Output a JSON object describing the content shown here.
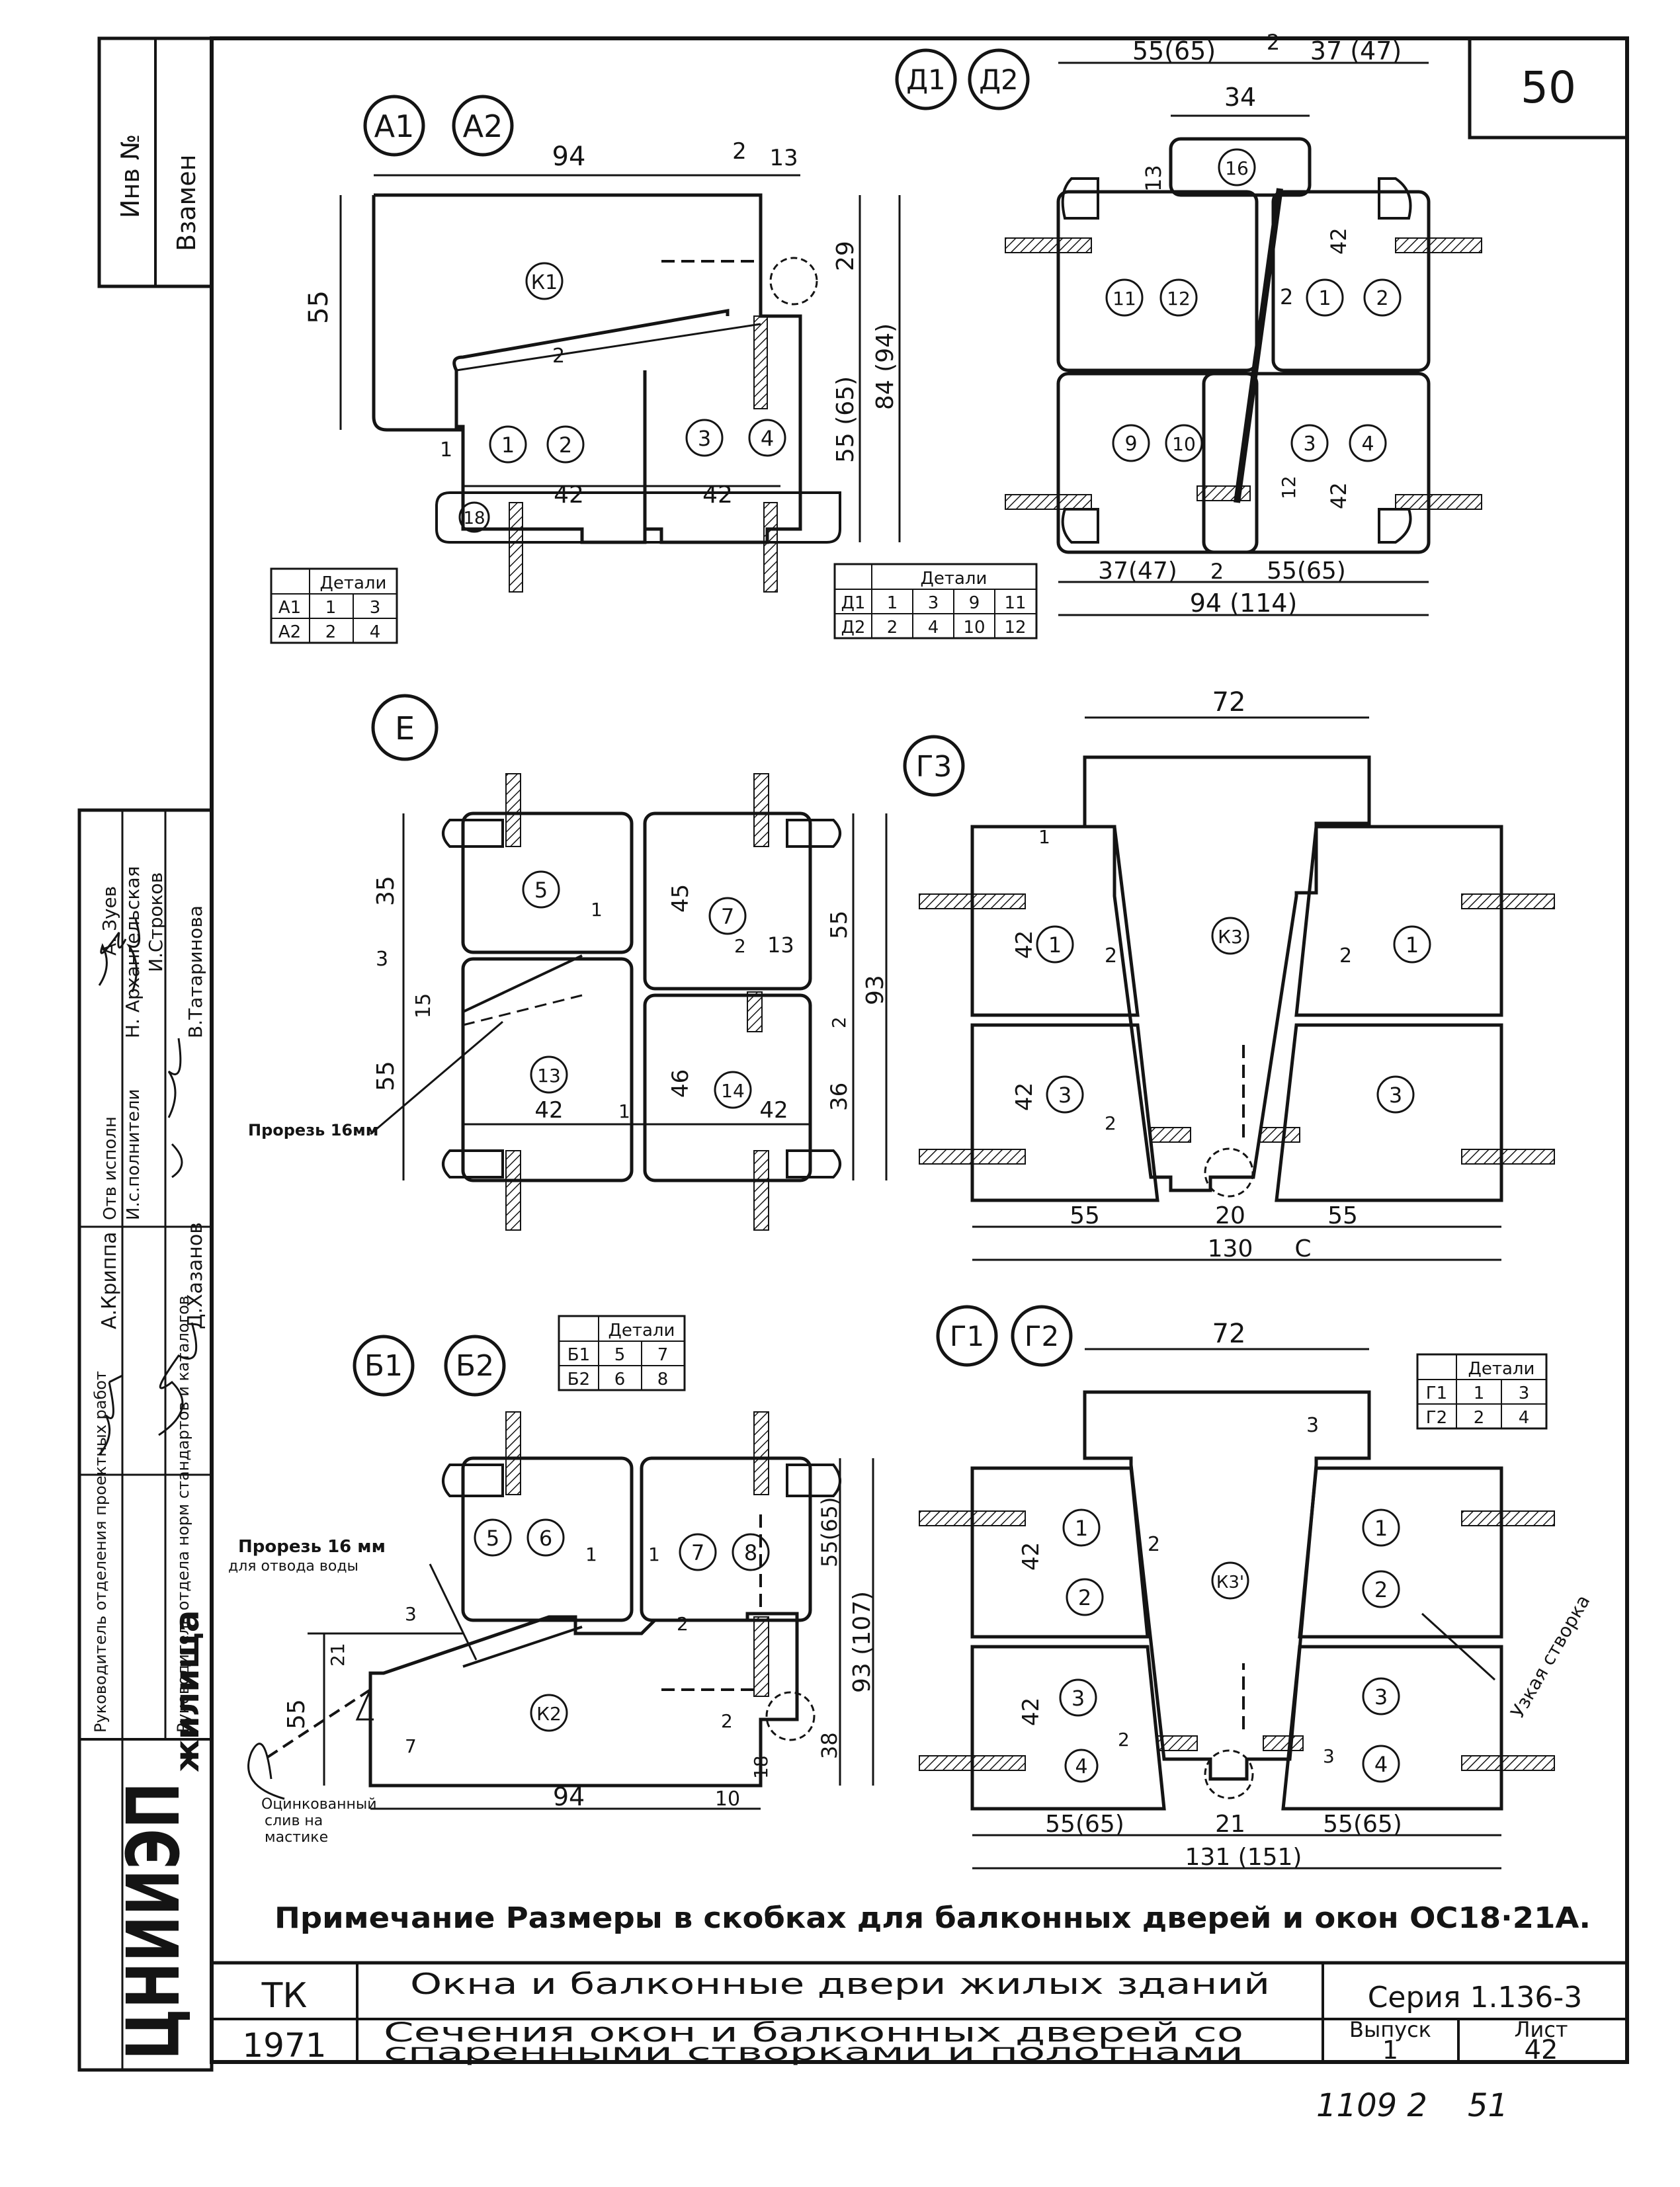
{
  "page_number": "50",
  "inventory": {
    "inv_no": "Инв №",
    "replaces": "Взамен"
  },
  "series_tables": {
    "a": {
      "header": "Детали",
      "rows": [
        [
          "А1",
          "1",
          "3"
        ],
        [
          "А2",
          "2",
          "4"
        ]
      ]
    },
    "d": {
      "header": "Детали",
      "rows": [
        [
          "Д1",
          "1",
          "3",
          "9",
          "11"
        ],
        [
          "Д2",
          "2",
          "4",
          "10",
          "12"
        ]
      ]
    },
    "b": {
      "header": "Детали",
      "rows": [
        [
          "Б1",
          "5",
          "7"
        ],
        [
          "Б2",
          "6",
          "8"
        ]
      ]
    },
    "g": {
      "header": "Детали",
      "rows": [
        [
          "Г1",
          "1",
          "3"
        ],
        [
          "Г2",
          "2",
          "4"
        ]
      ]
    }
  },
  "sections": {
    "a": {
      "tags": [
        "А1",
        "А2"
      ],
      "dims": [
        "94",
        "2",
        "13",
        "55",
        "29",
        "84 (94)",
        "55 (65)",
        "42",
        "42",
        "2",
        "1"
      ],
      "parts": [
        "К1",
        "1",
        "2",
        "3",
        "4",
        "18"
      ]
    },
    "d": {
      "tags": [
        "Д1",
        "Д2"
      ],
      "dims": [
        "55(65)",
        "2",
        "37 (47)",
        "34",
        "13",
        "42",
        "2",
        "42",
        "12",
        "37(47)",
        "2",
        "55(65)",
        "94 (114)"
      ],
      "parts": [
        "16",
        "11",
        "12",
        "1",
        "2",
        "9",
        "10",
        "3",
        "4"
      ]
    },
    "e": {
      "tag": "Е",
      "dims": [
        "35",
        "3",
        "15",
        "55",
        "1",
        "45",
        "2",
        "13",
        "55",
        "93",
        "2",
        "46",
        "36",
        "42",
        "42",
        "1"
      ],
      "parts": [
        "5",
        "7",
        "13",
        "14"
      ],
      "cut_label": "Прорезь 16мм"
    },
    "g3": {
      "tag": "Г3",
      "dims": [
        "72",
        "1",
        "42",
        "2",
        "2",
        "42",
        "2",
        "55",
        "20",
        "55",
        "130",
        "С"
      ],
      "parts": [
        "1",
        "К3",
        "1",
        "3",
        "3"
      ]
    },
    "b": {
      "tags": [
        "Б1",
        "Б2"
      ],
      "dims": [
        "1",
        "1",
        "55(65)",
        "93 (107)",
        "3",
        "21",
        "55",
        "7",
        "2",
        "2",
        "38",
        "18",
        "94",
        "10"
      ],
      "parts": [
        "5",
        "6",
        "7",
        "8",
        "К2"
      ],
      "cut_label": [
        "Прорезь 16 мм",
        "для отвода воды"
      ],
      "flashing_label": [
        "Оцинкованный",
        "слив на",
        "мастике"
      ]
    },
    "g": {
      "tags": [
        "Г1",
        "Г2"
      ],
      "dims": [
        "72",
        "3",
        "42",
        "2",
        "42",
        "2",
        "3",
        "55(65)",
        "21",
        "55(65)",
        "131 (151)"
      ],
      "parts": [
        "1",
        "2",
        "К3'",
        "1",
        "2",
        "3",
        "4",
        "3",
        "4"
      ],
      "narrow_leaf": "Узкая створка"
    }
  },
  "note": "Примечание  Размеры в скобках для балконных дверей и окон ОС18·21А.",
  "sidebar": {
    "institute": "ЦНИИЭП",
    "institute_suffix": "жилища",
    "roles": [
      "Руководитель отделения проектных работ",
      "Руководитель отдела норм стандартов и каталогов"
    ],
    "role_names": [
      "А.Криппа",
      "Д.Хазанов"
    ],
    "team_roles": [
      "Отв исполн",
      "И.с.полнители"
    ],
    "team_names": [
      "А. Зуев",
      "Н. Архангельская",
      "И.Строков",
      "В.Татаринова"
    ]
  },
  "title_block": {
    "code": "ТК",
    "year": "1971",
    "title": "Окна и балконные двери жилых зданий",
    "series": "Серия 1.136-3",
    "subtitle_1": "Сечения окон и балконных дверей со",
    "subtitle_2": "спаренными створками и полотнами",
    "issue_label": "Выпуск",
    "issue": "1",
    "sheet_label": "Лист",
    "sheet": "42"
  },
  "archive_number": "1109 2    51"
}
